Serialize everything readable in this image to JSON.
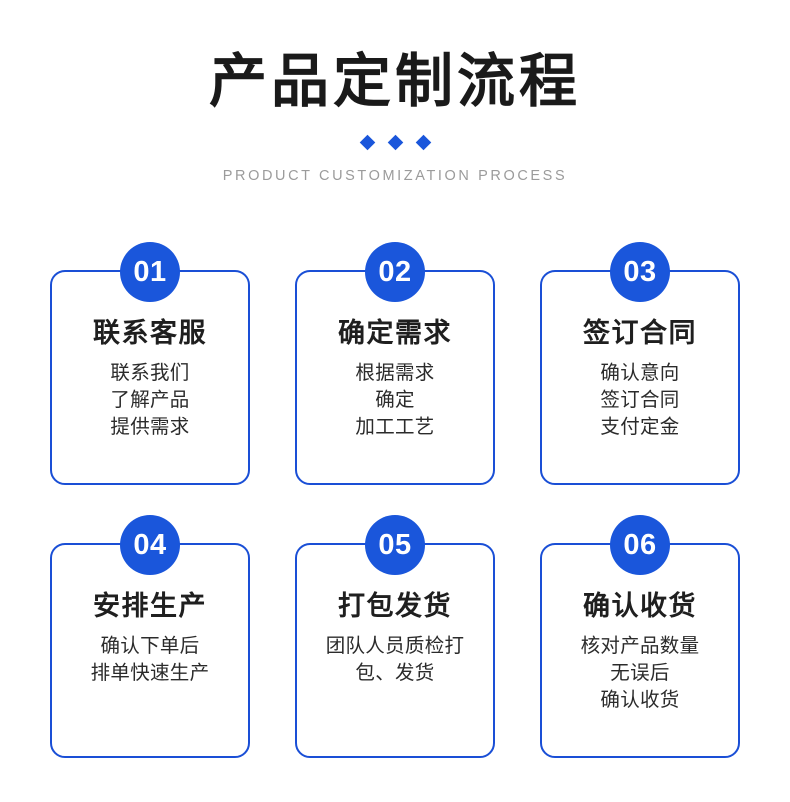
{
  "header": {
    "title": "产品定制流程",
    "subtitle": "PRODUCT CUSTOMIZATION PROCESS",
    "diamond_count": 3,
    "accent_color": "#1a56db",
    "title_color": "#1a1a1a",
    "subtitle_color": "#9b9b9b"
  },
  "steps": [
    {
      "number": "01",
      "title": "联系客服",
      "desc": "联系我们\n了解产品\n提供需求"
    },
    {
      "number": "02",
      "title": "确定需求",
      "desc": "根据需求\n确定\n加工工艺"
    },
    {
      "number": "03",
      "title": "签订合同",
      "desc": "确认意向\n签订合同\n支付定金"
    },
    {
      "number": "04",
      "title": "安排生产",
      "desc": "确认下单后\n排单快速生产"
    },
    {
      "number": "05",
      "title": "打包发货",
      "desc": "团队人员质检打\n包、发货"
    },
    {
      "number": "06",
      "title": "确认收货",
      "desc": "核对产品数量\n无误后\n确认收货"
    }
  ]
}
